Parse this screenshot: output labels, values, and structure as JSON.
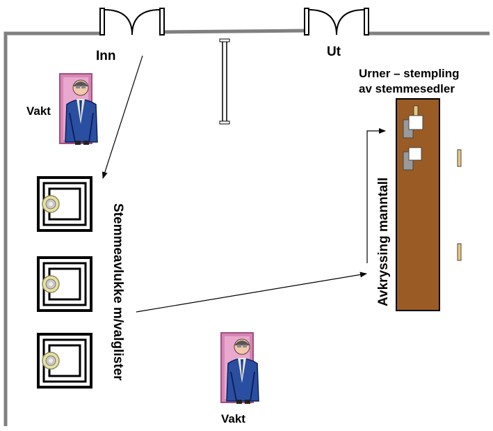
{
  "labels": {
    "entrance": "Inn",
    "exit": "Ut",
    "guard_top": "Vakt",
    "guard_bottom": "Vakt",
    "urns_line1": "Urner – stempling",
    "urns_line2": "av stemmesedler",
    "booths": "Stemmeavlukke m/valglister",
    "register": "Avkryssing manntall"
  },
  "colors": {
    "wall": "#808080",
    "table": "#9a5c24",
    "badge": "#d586b4",
    "suit": "#2a4fa0"
  },
  "icons": [
    "door-icon",
    "guard-icon",
    "voting-booth-icon",
    "urn-icon",
    "arrow-icon"
  ]
}
